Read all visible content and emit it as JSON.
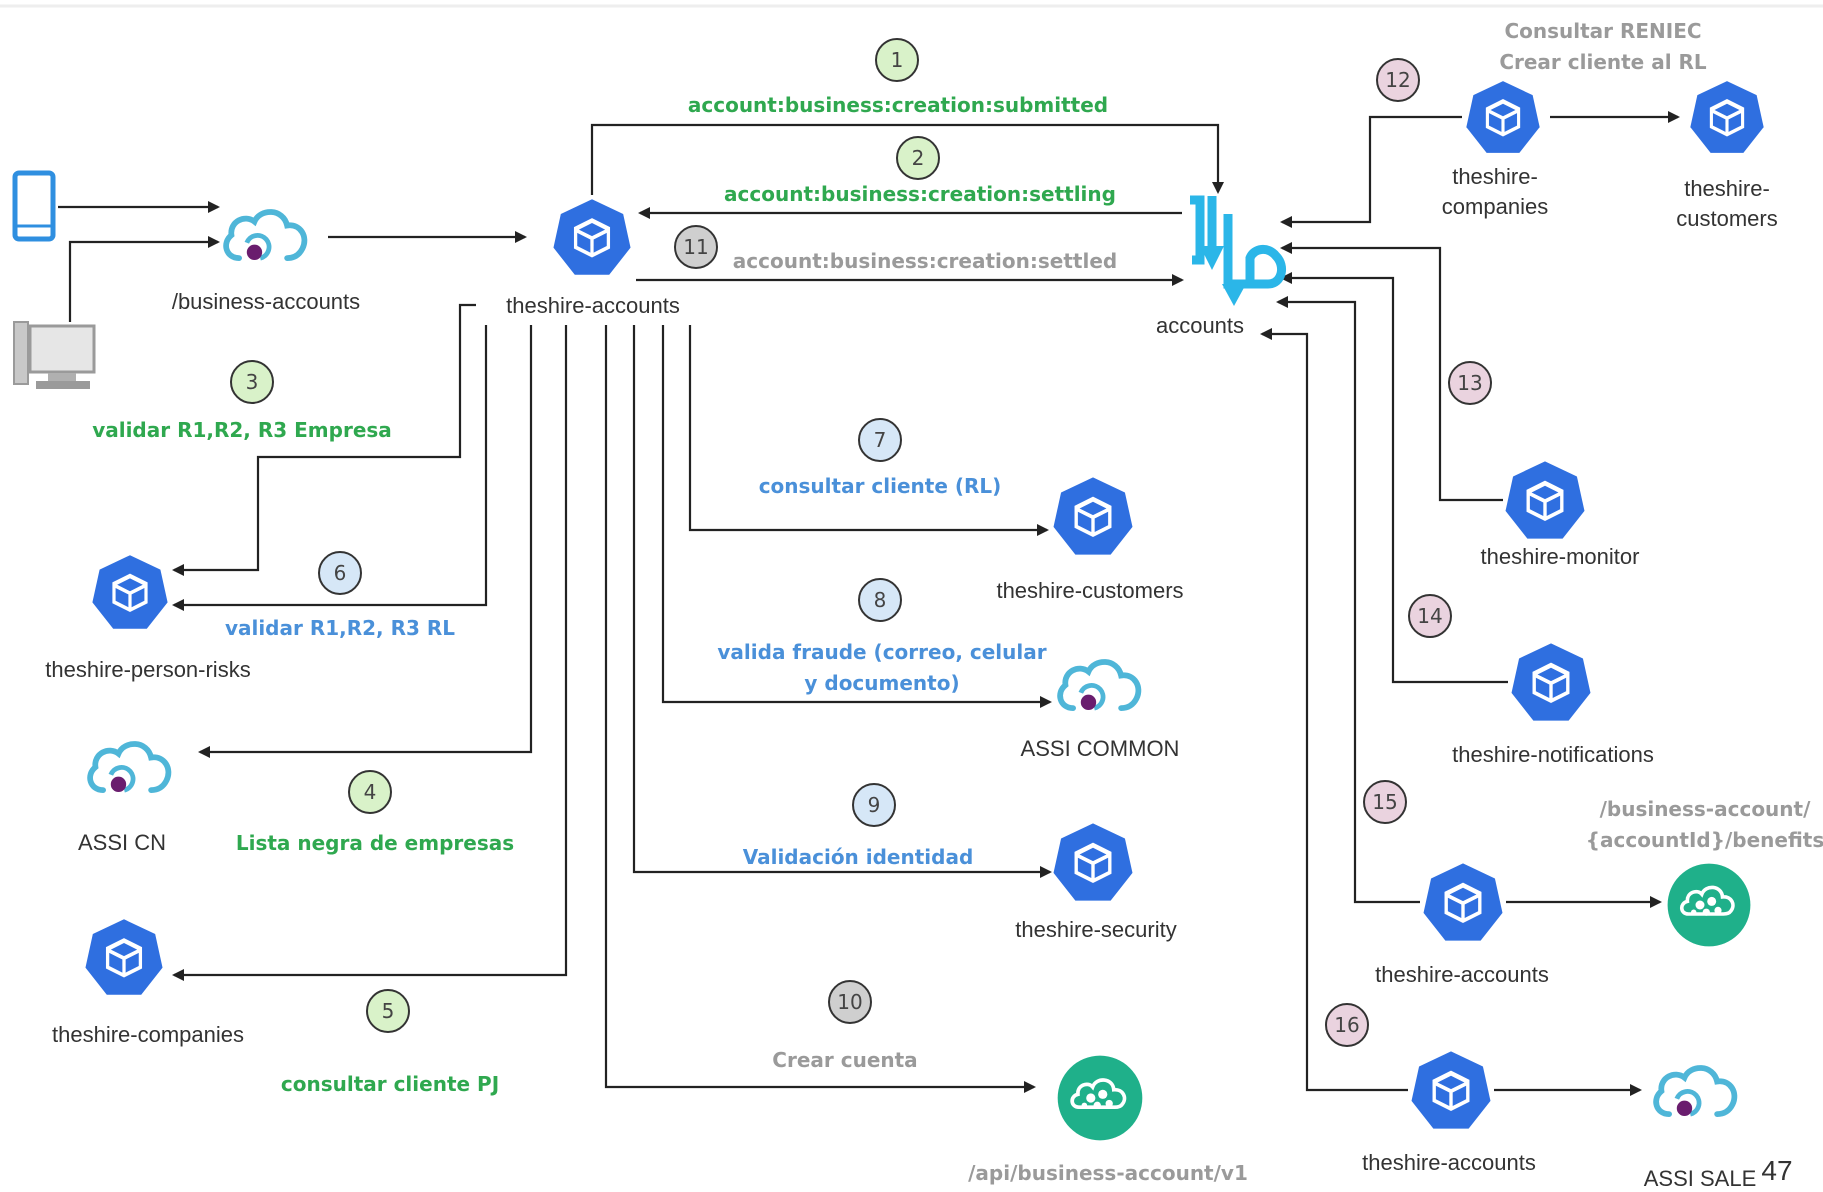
{
  "nodes": {
    "business_accounts": "/business-accounts",
    "theshire_accounts_main": "theshire-accounts",
    "accounts": "accounts",
    "theshire_companies_top": "theshire-\ncompanies",
    "theshire_customers_top": "theshire-\ncustomers",
    "theshire_person_risks": "theshire-person-risks",
    "assi_cn": "ASSI CN",
    "theshire_companies_left": "theshire-companies",
    "theshire_customers_mid": "theshire-customers",
    "assi_common": "ASSI COMMON",
    "theshire_security": "theshire-security",
    "api_business_account": "/api/business-account/v1",
    "theshire_monitor": "theshire-monitor",
    "theshire_notifications": "theshire-notifications",
    "theshire_accounts_15": "theshire-accounts",
    "benefits_api": "/business-account/\n{accountId}/benefits",
    "theshire_accounts_16": "theshire-accounts",
    "assi_sale": "ASSI SALE"
  },
  "steps": {
    "s1": {
      "num": "1",
      "text": "account:business:creation:submitted"
    },
    "s2": {
      "num": "2",
      "text": "account:business:creation:settling"
    },
    "s3": {
      "num": "3",
      "text": "validar R1,R2, R3 Empresa"
    },
    "s4": {
      "num": "4",
      "text": "Lista negra de empresas"
    },
    "s5": {
      "num": "5",
      "text": "consultar cliente PJ"
    },
    "s6": {
      "num": "6",
      "text": "validar R1,R2, R3 RL"
    },
    "s7": {
      "num": "7",
      "text": "consultar cliente (RL)"
    },
    "s8": {
      "num": "8",
      "text": "valida fraude (correo, celular\ny documento)"
    },
    "s9": {
      "num": "9",
      "text": "Validación identidad"
    },
    "s10": {
      "num": "10",
      "text": "Crear cuenta"
    },
    "s11": {
      "num": "11",
      "text": "account:business:creation:settled"
    },
    "s12": {
      "num": "12",
      "text": "Consultar RENIEC\nCrear cliente al RL"
    },
    "s13": {
      "num": "13"
    },
    "s14": {
      "num": "14"
    },
    "s15": {
      "num": "15"
    },
    "s16": {
      "num": "16"
    }
  },
  "page_number": "47",
  "colors": {
    "green_step": "#2fa84f",
    "blue_step": "#4a90d9",
    "gray_step": "#9a9a9a",
    "kube_blue": "#2f6fe0",
    "teal_api": "#1fb08a",
    "badge_green_fill": "#d9f2c9",
    "badge_blue_fill": "#d6e7f7",
    "badge_gray_fill": "#cfcfcf",
    "badge_pink_fill": "#ead3df"
  },
  "icons": {
    "client_devices": [
      "mobile-icon",
      "desktop-icon"
    ],
    "service": "kubernetes-cube-icon",
    "gateway": "cloud-api-icon",
    "event_bus": "event-stream-icon",
    "managed_api": "teal-cloud-api-icon"
  }
}
